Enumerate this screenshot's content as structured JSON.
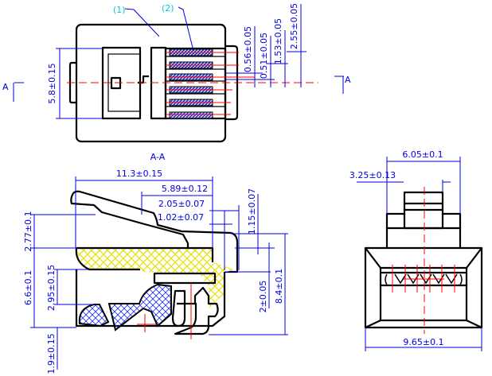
{
  "top_view": {
    "callout_1": "(1)",
    "callout_2": "(2)",
    "dim_height": "5.8±0.15",
    "dim_pitch_a": "0.56±0.05",
    "dim_pitch_b": "0.51±0.05",
    "dim_pitch_c": "1.53±0.05",
    "dim_pitch_d": "2.55±0.05",
    "section_marker_left": "A",
    "section_marker_right": "A"
  },
  "section_view": {
    "title": "A-A",
    "dim_length": "11.3±0.15",
    "dim_latch": "5.89±0.12",
    "dim_step_a": "2.05±0.07",
    "dim_step_b": "1.02±0.07",
    "dim_step_c": "1.15±0.07",
    "dim_latch_height": "2.77±0.1",
    "dim_body_height": "6.6±0.1",
    "dim_inner_height": "2.95±0.15",
    "dim_bottom": "1.9±0.15",
    "dim_contact": "2±0.05",
    "dim_total_height": "8.4±0.1"
  },
  "front_view": {
    "dim_top_width": "6.05±0.1",
    "dim_tab_width": "3.25±0.13",
    "dim_width": "9.65±0.1"
  },
  "colors": {
    "dimension": "#0000e0",
    "centerline": "#ff0000",
    "callout": "#00c8d8",
    "fill_yellow": "#ffff40"
  }
}
